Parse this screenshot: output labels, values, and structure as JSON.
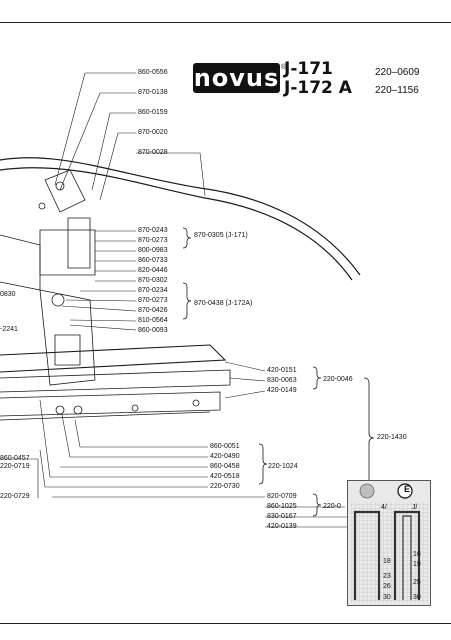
{
  "header": {
    "brand": "novus",
    "models": [
      "J-171",
      "J-172 A"
    ],
    "codes": [
      "220–0609",
      "220–1156"
    ]
  },
  "parts": {
    "top_chain": [
      "860-0556",
      "870-0138",
      "860-0159",
      "870-0020",
      "870-0028"
    ],
    "group_j171": [
      "870-0243",
      "870-0273",
      "800-0983",
      "860-0733",
      "820-0446",
      "870-0302"
    ],
    "group_j172a": [
      "870-0234",
      "870-0273",
      "870-0426",
      "810-0564",
      "860-0093"
    ],
    "left_cut": [
      "0830",
      "-2241",
      "860-0457",
      "220-0719",
      "220-0729"
    ],
    "magazine": [
      "420-0151",
      "830-0063",
      "420-0149"
    ],
    "base_group": [
      "860-0051",
      "420-0490",
      "860-0458",
      "420-0518",
      "220-0730"
    ],
    "staple_group": [
      "820-0709",
      "860-1025",
      "830-0167",
      "420-0139"
    ]
  },
  "groups": {
    "j171": "870-0305 (J-171)",
    "j172a": "870-0438 (J-172A)",
    "magazine": "220-0046",
    "base": "220-1024",
    "staple": "220-0",
    "all": "220-1430"
  },
  "staple_card": {
    "badge": "E",
    "left_header": "4/",
    "right_header": "J/",
    "left_sizes": [
      "18",
      "23",
      "26",
      "30"
    ],
    "right_sizes": [
      "16",
      "19",
      "25",
      "30"
    ]
  }
}
